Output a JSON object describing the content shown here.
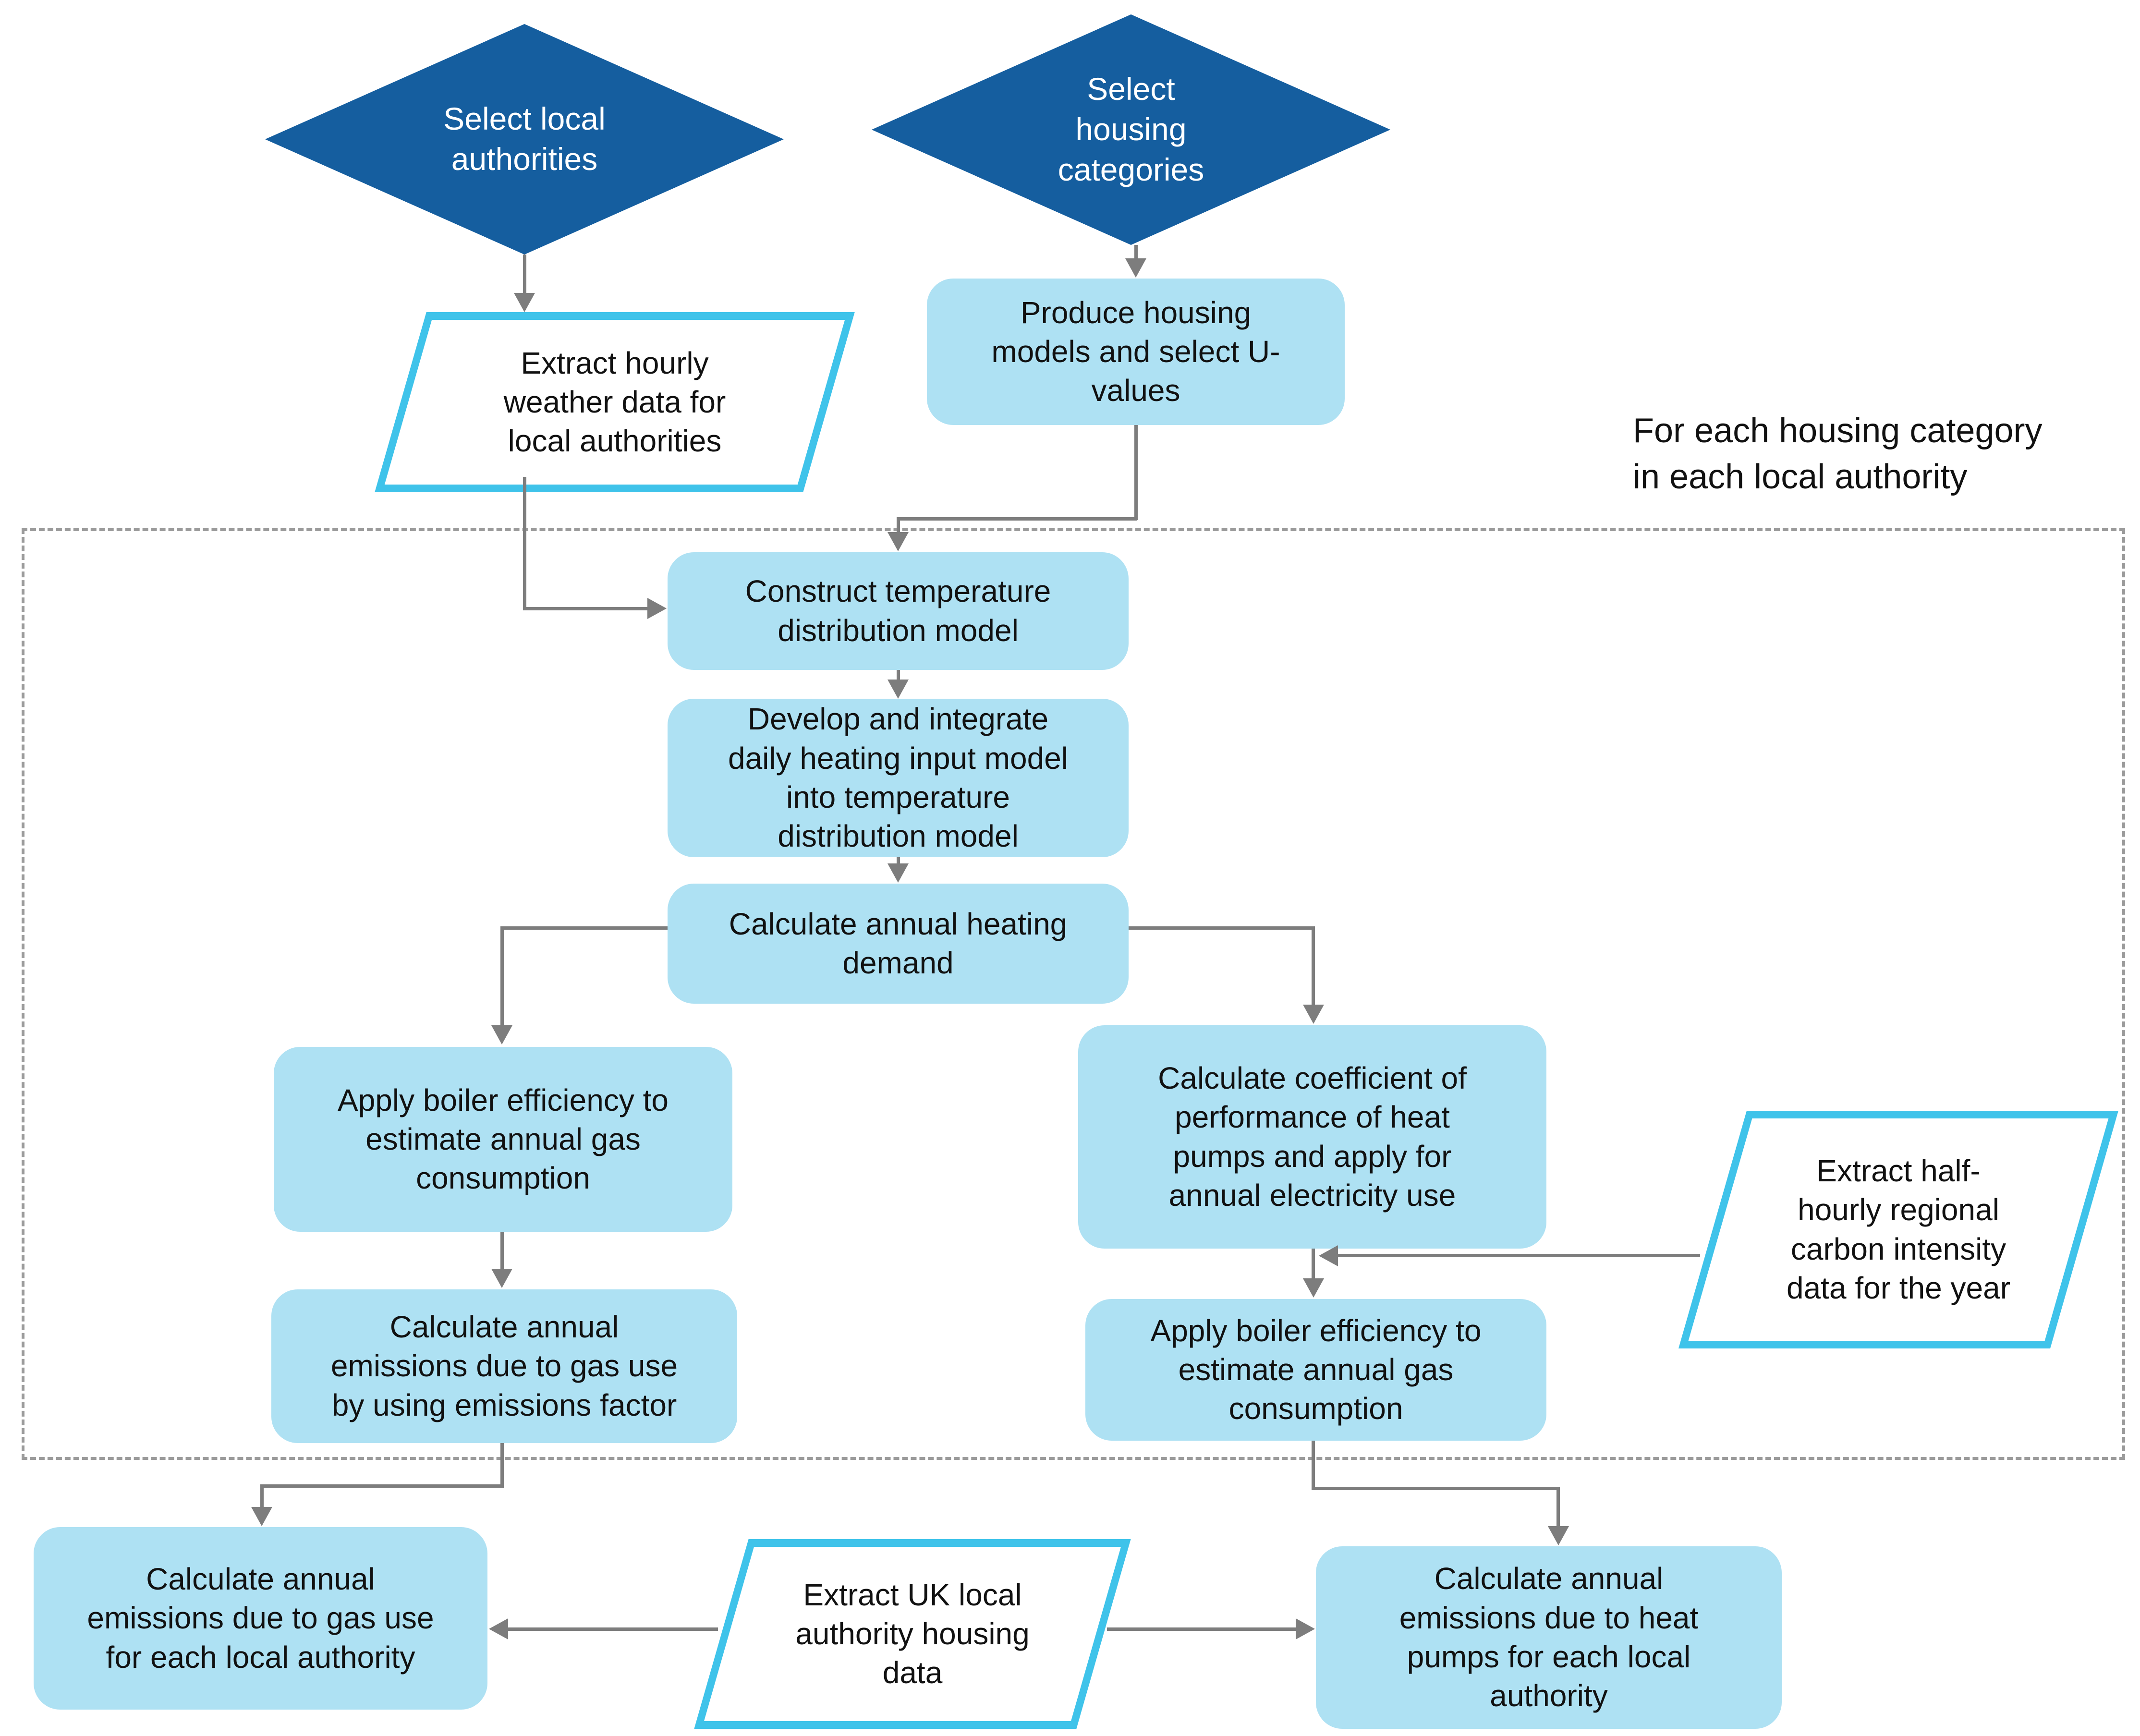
{
  "colors": {
    "decision_fill": "#155E9F",
    "decision_text": "#FFFFFF",
    "process_fill": "#AEE1F3",
    "data_shape_border": "#3FC3EA",
    "data_shape_fill": "#FFFFFF",
    "connector_gray": "#7D7D7D",
    "loop_border_gray": "#9B9B9B",
    "text": "#111111"
  },
  "loop_region": {
    "label": "For each housing category\nin each local authority"
  },
  "nodes": {
    "select_local_authorities": {
      "shape": "diamond",
      "label": "Select local\nauthorities"
    },
    "select_housing_categories": {
      "shape": "diamond",
      "label": "Select\nhousing\ncategories"
    },
    "extract_hourly_weather": {
      "shape": "parallelogram",
      "label": "Extract hourly\nweather data for\nlocal authorities"
    },
    "produce_housing_models": {
      "shape": "rounded-rect",
      "label": "Produce housing\nmodels and select U-\nvalues"
    },
    "construct_temperature_model": {
      "shape": "rounded-rect",
      "label": "Construct temperature\ndistribution model"
    },
    "develop_heating_input_model": {
      "shape": "rounded-rect",
      "label": "Develop and integrate\ndaily heating input model\ninto temperature\ndistribution model"
    },
    "calculate_heating_demand": {
      "shape": "rounded-rect",
      "label": "Calculate annual heating\ndemand"
    },
    "apply_boiler_efficiency_gas": {
      "shape": "rounded-rect",
      "label": "Apply boiler efficiency to\nestimate annual gas\nconsumption"
    },
    "calculate_cop_heat_pumps": {
      "shape": "rounded-rect",
      "label": "Calculate coefficient of\nperformance of heat\npumps and apply for\nannual electricity use"
    },
    "extract_carbon_intensity": {
      "shape": "parallelogram",
      "label": "Extract half-\nhourly regional\ncarbon intensity\ndata for the year"
    },
    "calculate_gas_emissions": {
      "shape": "rounded-rect",
      "label": "Calculate annual\nemissions due to gas use\nby using emissions factor"
    },
    "apply_boiler_efficiency_gas_2": {
      "shape": "rounded-rect",
      "label": "Apply boiler efficiency to\nestimate annual gas\nconsumption"
    },
    "calculate_gas_emissions_la": {
      "shape": "rounded-rect",
      "label": "Calculate annual\nemissions due to gas use\nfor each local authority"
    },
    "extract_uk_housing_data": {
      "shape": "parallelogram",
      "label": "Extract UK local\nauthority housing\ndata"
    },
    "calculate_heat_pump_emissions_la": {
      "shape": "rounded-rect",
      "label": "Calculate annual\nemissions due to heat\npumps for each local\nauthority"
    }
  }
}
